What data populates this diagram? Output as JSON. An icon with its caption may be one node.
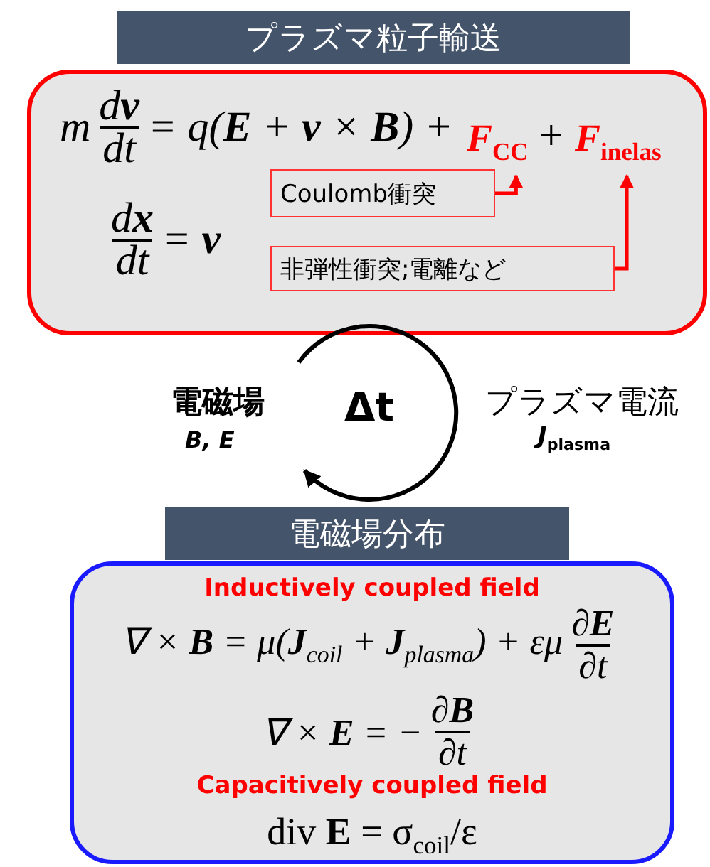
{
  "diagram": {
    "nodes": [
      {
        "text": [
          "プラズマ粒子輸送"
        ]
      },
      {
        "text": [
          "m",
          "d**v**",
          "dt",
          "= q(**E** + **v** × **B**) +",
          "+",
          "d**x**",
          "dt",
          "= **v**"
        ]
      },
      {
        "text": [
          "*F*$_{CC}$"
        ],
        "in": 1
      },
      {
        "text": [
          "*F*$_{inelas}$"
        ],
        "in": 1
      },
      {
        "text": [
          "Coulomb衝突"
        ],
        "in": 1
      },
      {
        "text": [
          "非弾性衝突;電離など"
        ],
        "in": 1
      },
      {
        "text": [
          "電磁場分布"
        ]
      },
      {
        "text": [
          "Inductively coupled field",
          "∇ × **B** = μ(**J**$_{coil}$ + **J**$_{plasma}$) + εμ",
          "∂**E**",
          "∂t",
          "∇ × **E** = −",
          "∂**B**",
          "∂t",
          "Capacitively coupled field",
          "div **E** = σ$_{coil}$/ε"
        ]
      }
    ],
    "edges": [
      {
        "from": 4,
        "to": 2,
        "arrow": "to",
        "color": "#ff0000"
      },
      {
        "from": 5,
        "to": 3,
        "arrow": "to",
        "color": "#ff0000"
      }
    ],
    "labels": [
      "Δt",
      "電磁場",
      "B, E",
      "プラズマ電流",
      "*J*$_{plasma}$"
    ]
  }
}
